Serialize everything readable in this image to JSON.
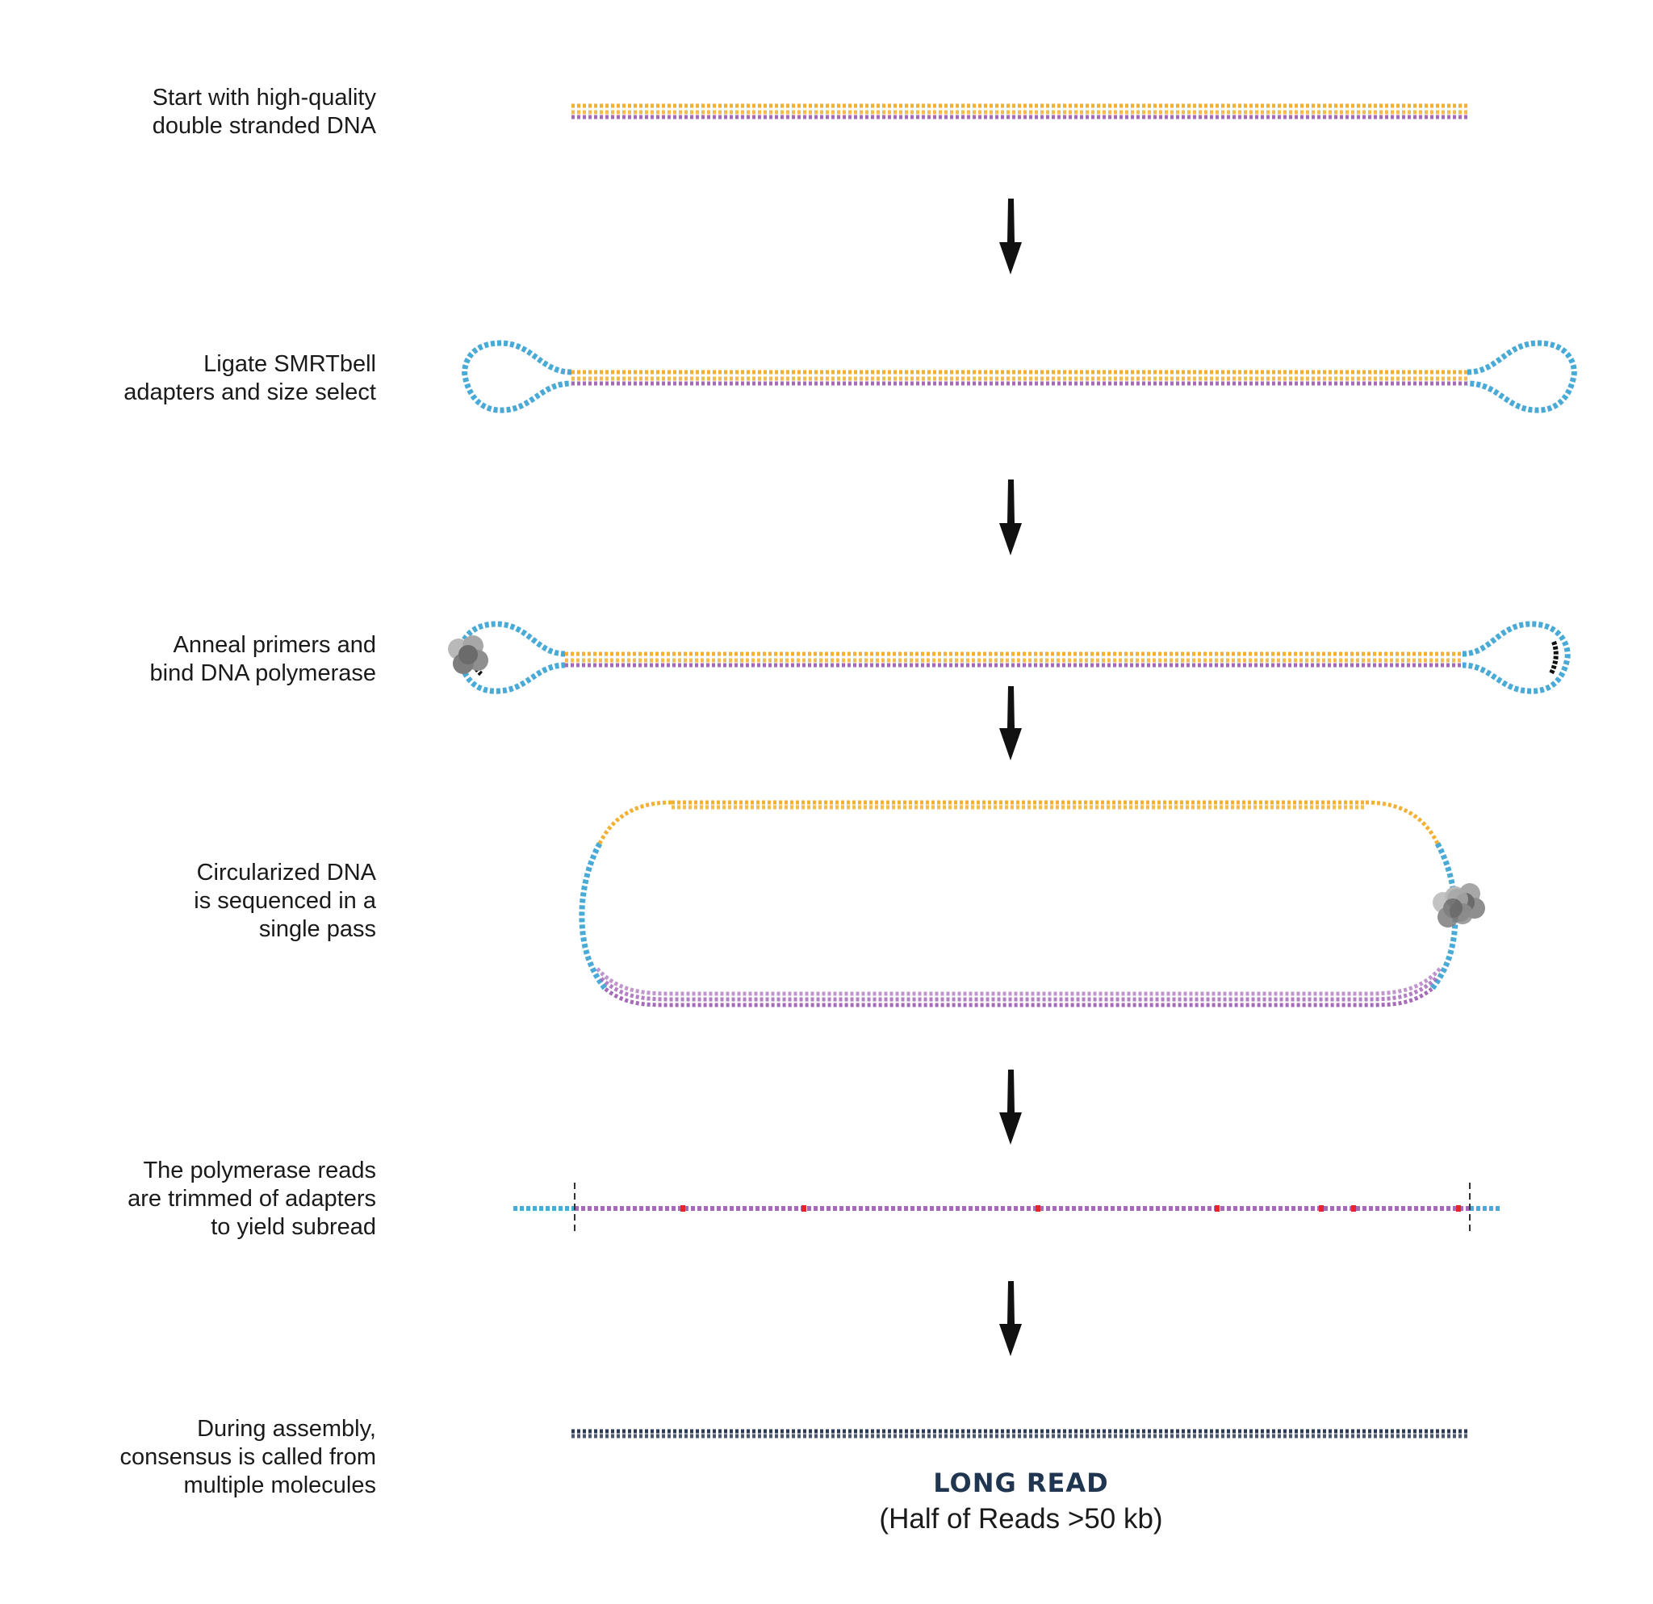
{
  "steps": [
    {
      "label": "Start with high-quality\ndouble stranded DNA"
    },
    {
      "label": "Ligate SMRTbell\nadapters and size select"
    },
    {
      "label": "Anneal primers and\nbind DNA polymerase"
    },
    {
      "label": "Circularized DNA\nis sequenced in a\nsingle pass"
    },
    {
      "label": "The polymerase reads\nare trimmed of adapters\nto yield subread"
    },
    {
      "label": "During assembly,\nconsensus is called from\nmultiple molecules"
    }
  ],
  "result": {
    "title": "LONG READ",
    "subtitle": "(Half of Reads >50 kb)"
  },
  "colors": {
    "forward_strand": "#f2b134",
    "reverse_strand": "#a56ab8",
    "adapter": "#4aaad6",
    "error_mark": "#e8232a",
    "consensus": "#2b3a55",
    "arrow": "#111111",
    "polymerase": "#8a8a8a"
  }
}
